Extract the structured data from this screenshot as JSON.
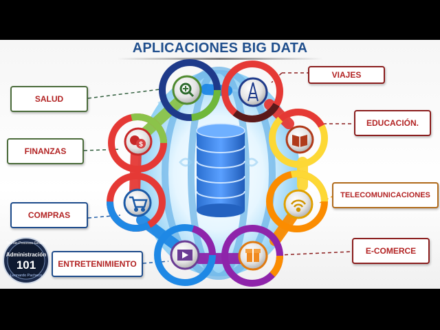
{
  "title": "APLICACIONES BIG DATA",
  "labels": {
    "salud": "SALUD",
    "finanzas": "FINANZAS",
    "compras": "COMPRAS",
    "entretenimiento": "ENTRETENIMIENTO",
    "viajes": "VIAJES",
    "educacion": "EDUCACIÓN.",
    "telecomunicaciones": "TELECOMUNICACIONES",
    "ecomerce": "E-COMERCE"
  },
  "logo": {
    "top_text": "Teorías-Procesos-Gestión",
    "name": "Administración",
    "number": "101",
    "author": "Leonardo Pacheco"
  },
  "icons": {
    "salud": "magnifier-plus-icon",
    "finanzas": "coins-dollar-icon",
    "compras": "shopping-cart-icon",
    "entretenimiento": "video-play-icon",
    "viajes": "eiffel-tower-icon",
    "educacion": "open-book-icon",
    "telecomunicaciones": "wifi-icon",
    "ecomerce": "gift-box-icon"
  },
  "colors": {
    "title": "#1f4e8c",
    "salud": "#2e5c3a",
    "finanzas": "#c62828",
    "compras": "#1c5aa6",
    "entretenimiento": "#6a3b94",
    "viajes": "#8a1c1c",
    "educacion": "#b03a1a",
    "telecomunicaciones": "#f3a012",
    "ecomerce": "#c62828"
  }
}
